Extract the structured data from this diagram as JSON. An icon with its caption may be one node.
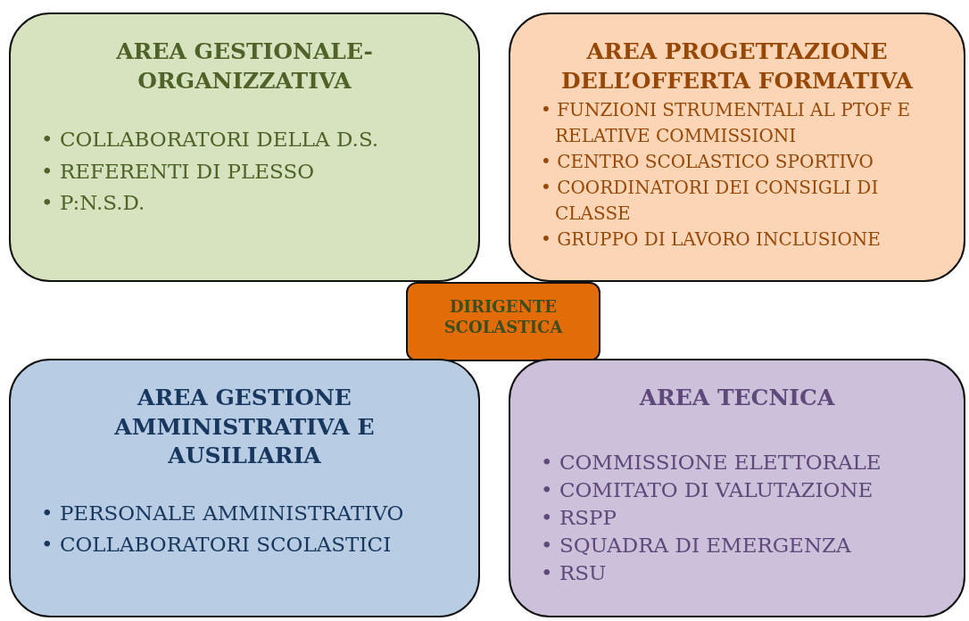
{
  "diagram": {
    "nodes": [
      {
        "text": [
          "AREA GESTIONALE-ORGANIZZATIVA",
          "• COLLABORATORI DELLA D.S.",
          "• REFERENTI DI PLESSO",
          "• P:N.S.D."
        ]
      },
      {
        "text": [
          "AREA PROGETTAZIONE DELL’OFFERTA FORMATIVA",
          "• FUNZIONI STRUMENTALI AL PTOF E RELATIVE COMMISSIONI",
          "• CENTRO SCOLASTICO SPORTIVO",
          "• COORDINATORI DEI CONSIGLI DI CLASSE",
          "• GRUPPO DI LAVORO INCLUSIONE"
        ]
      },
      {
        "text": [
          "DIRIGENTE SCOLASTICA"
        ]
      },
      {
        "text": [
          "AREA GESTIONE AMMINISTRATIVA E AUSILIARIA",
          "• PERSONALE AMMINISTRATIVO",
          "• COLLABORATORI SCOLASTICI"
        ]
      },
      {
        "text": [
          "AREA TECNICA",
          "• COMMISSIONE ELETTORALE",
          "• COMITATO DI VALUTAZIONE",
          "• RSPP",
          "• SQUADRA DI EMERGENZA",
          "• RSU"
        ]
      }
    ],
    "edges": []
  }
}
